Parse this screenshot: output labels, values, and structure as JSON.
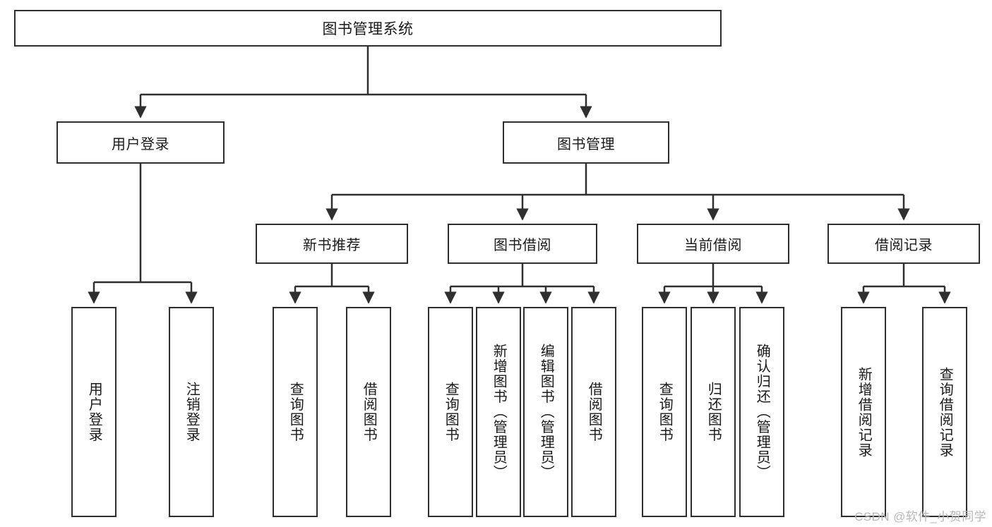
{
  "diagram": {
    "type": "tree-hierarchy",
    "title": "图书管理系统",
    "colors": {
      "stroke": "#2f2f2f",
      "fill": "#ffffff",
      "text": "#1a1a1a",
      "watermark": "#b9b9b9"
    },
    "nodes": {
      "root": {
        "label": "图书管理系统"
      },
      "level2": [
        {
          "id": "user-login",
          "label": "用户登录"
        },
        {
          "id": "book-manage",
          "label": "图书管理"
        }
      ],
      "level3": [
        {
          "id": "new-book-rec",
          "label": "新书推荐"
        },
        {
          "id": "book-borrow",
          "label": "图书借阅"
        },
        {
          "id": "current-borrow",
          "label": "当前借阅"
        },
        {
          "id": "borrow-record",
          "label": "借阅记录"
        }
      ],
      "leaves": {
        "user-login": [
          {
            "id": "leaf-user-login",
            "label": "用户登录"
          },
          {
            "id": "leaf-user-logout",
            "label": "注销登录"
          }
        ],
        "new-book-rec": [
          {
            "id": "leaf-query-book-1",
            "label": "查询图书"
          },
          {
            "id": "leaf-borrow-book-1",
            "label": "借阅图书"
          }
        ],
        "book-borrow": [
          {
            "id": "leaf-query-book-2",
            "label": "查询图书"
          },
          {
            "id": "leaf-add-book",
            "label": "新增图书（管理员）"
          },
          {
            "id": "leaf-edit-book",
            "label": "编辑图书（管理员）"
          },
          {
            "id": "leaf-borrow-book-2",
            "label": "借阅图书"
          }
        ],
        "current-borrow": [
          {
            "id": "leaf-query-book-3",
            "label": "查询图书"
          },
          {
            "id": "leaf-return-book",
            "label": "归还图书"
          },
          {
            "id": "leaf-confirm-return",
            "label": "确认归还（管理员）"
          }
        ],
        "borrow-record": [
          {
            "id": "leaf-add-record",
            "label": "新增借阅记录"
          },
          {
            "id": "leaf-query-record",
            "label": "查询借阅记录"
          }
        ]
      }
    },
    "watermark": "CSDN @软件_小贺同学"
  }
}
